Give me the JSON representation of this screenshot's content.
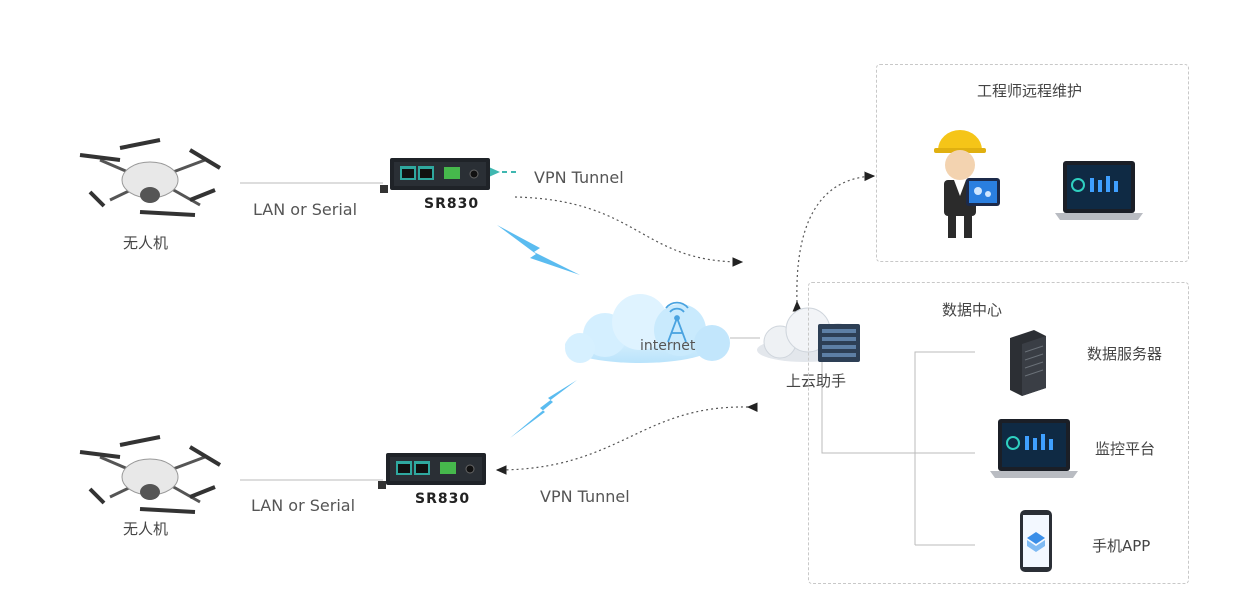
{
  "drone_top": {
    "label": "无人机",
    "link": "LAN or Serial"
  },
  "drone_bottom": {
    "label": "无人机",
    "link": "LAN or Serial"
  },
  "router_top": {
    "name": "SR830",
    "tunnel": "VPN Tunnel"
  },
  "router_bottom": {
    "name": "SR830",
    "tunnel": "VPN Tunnel"
  },
  "internet": {
    "label": "internet"
  },
  "cloud_assistant": {
    "label": "上云助手"
  },
  "engineer_panel": {
    "title": "工程师远程维护"
  },
  "data_center": {
    "title": "数据中心",
    "items": [
      {
        "label": "数据服务器",
        "icon": "server-icon"
      },
      {
        "label": "监控平台",
        "icon": "laptop-icon"
      },
      {
        "label": "手机APP",
        "icon": "phone-icon"
      }
    ]
  },
  "colors": {
    "signal": "#5bbcf0",
    "teal": "#3fb7b0",
    "box_border": "#c8c8c8"
  }
}
